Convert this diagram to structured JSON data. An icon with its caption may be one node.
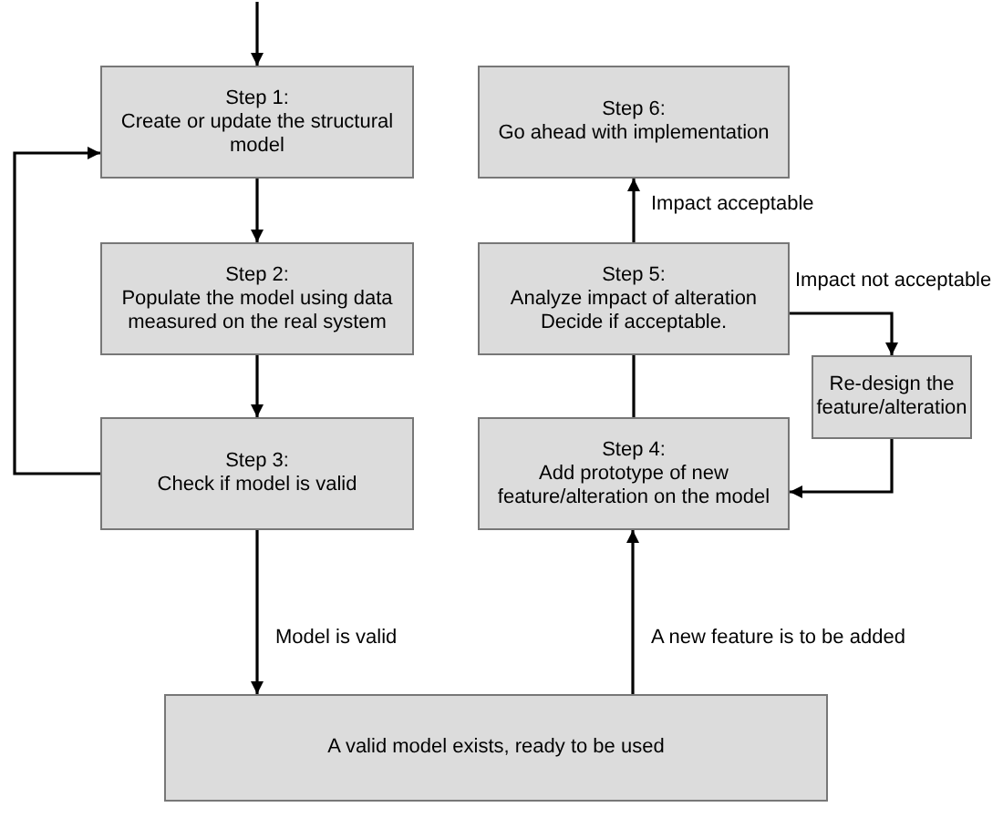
{
  "diagram": {
    "nodes": [
      {
        "text": [
          "Step 1:",
          "Create or update the structural model"
        ]
      },
      {
        "text": [
          "Step 6:",
          "Go ahead with implementation"
        ]
      },
      {
        "text": [
          "Step 2:",
          "Populate the model using data measured on the real system"
        ]
      },
      {
        "text": [
          "Step 5:",
          "Analyze impact of alteration",
          "Decide if acceptable."
        ]
      },
      {
        "text": [
          "Re-design the feature/alteration"
        ]
      },
      {
        "text": [
          "Step 3:",
          "Check if model is valid"
        ]
      },
      {
        "text": [
          "Step 4:",
          "Add prototype of new feature/alteration on the model"
        ]
      },
      {
        "text": [
          "A valid model exists, ready to be used"
        ]
      }
    ],
    "edges": [
      {
        "from": null,
        "to": 0,
        "arrow": "to"
      },
      {
        "from": 0,
        "to": 2,
        "arrow": "to"
      },
      {
        "from": 2,
        "to": 5,
        "arrow": "to"
      },
      {
        "from": 5,
        "to": 0,
        "arrow": "to"
      },
      {
        "from": 5,
        "to": 7,
        "arrow": "to",
        "label": "Model is valid"
      },
      {
        "from": 7,
        "to": 6,
        "arrow": "to",
        "label": "A new feature is to be added"
      },
      {
        "from": 6,
        "to": 3,
        "arrow": "to"
      },
      {
        "from": 3,
        "to": 4,
        "arrow": "to",
        "label": "Impact not acceptable"
      },
      {
        "from": 4,
        "to": 6,
        "arrow": "to"
      },
      {
        "from": 3,
        "to": 1,
        "arrow": "to",
        "label": "Impact acceptable"
      }
    ]
  }
}
